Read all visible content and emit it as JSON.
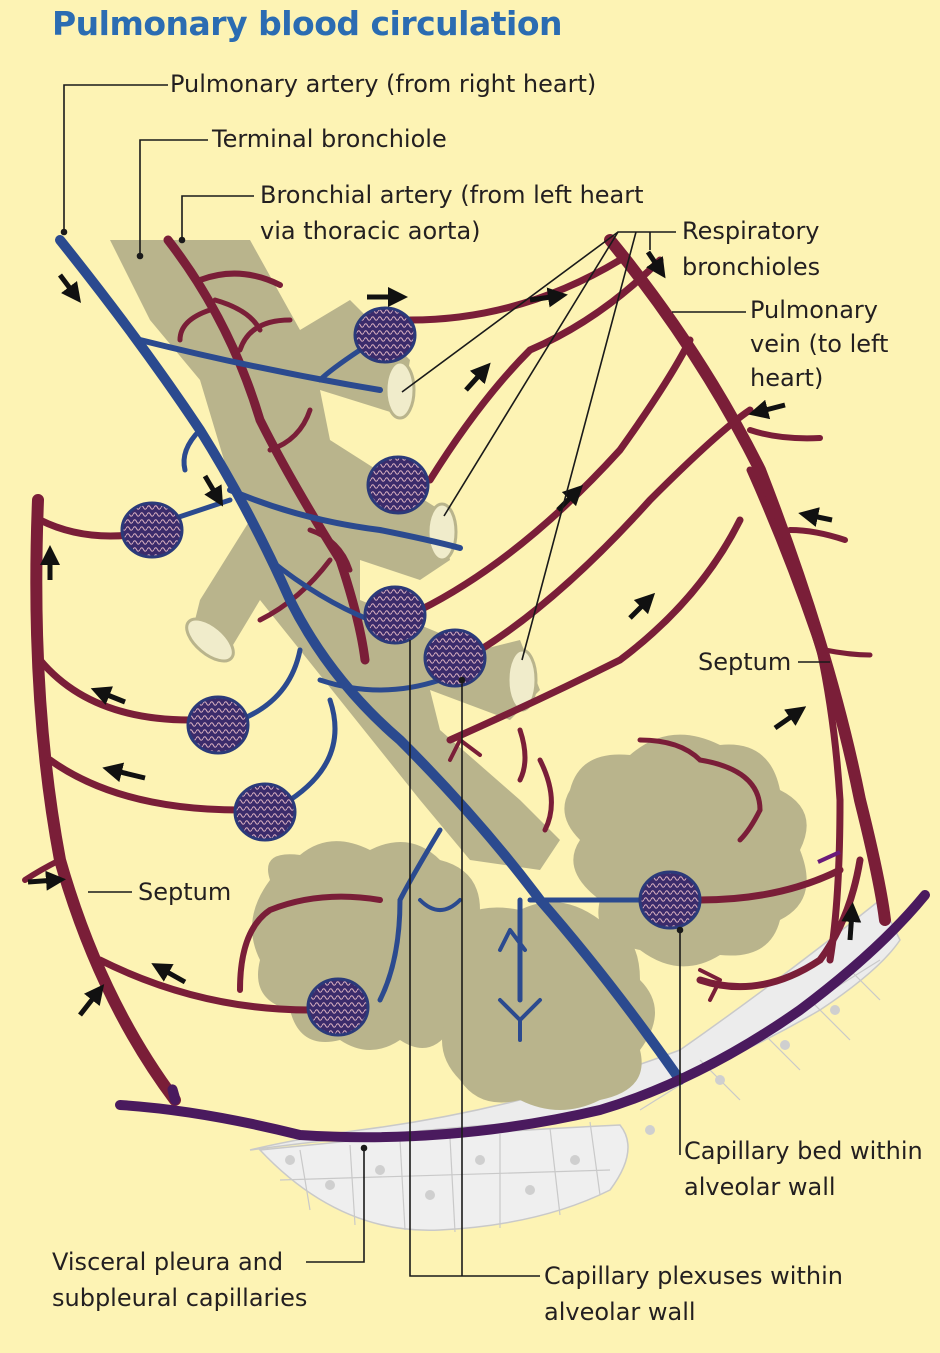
{
  "title": "Pulmonary blood circulation",
  "labels": {
    "pulmonary_artery": "Pulmonary artery (from right heart)",
    "terminal_bronchiole": "Terminal bronchiole",
    "bronchial_artery": [
      "Bronchial artery (from left heart",
      "via thoracic aorta)"
    ],
    "respiratory_bronchioles": [
      "Respiratory",
      "bronchioles"
    ],
    "pulmonary_vein": [
      "Pulmonary",
      "vein (to left",
      "heart)"
    ],
    "septum_right": "Septum",
    "septum_left": "Septum",
    "capillary_bed": [
      "Capillary bed within",
      "alveolar wall"
    ],
    "visceral_pleura": [
      "Visceral pleura and",
      "subpleural capillaries"
    ],
    "capillary_plexuses": [
      "Capillary plexuses within",
      "alveolar wall"
    ]
  },
  "colors": {
    "background": "#fdf3b4",
    "artery_blue": "#2b4a8f",
    "vessel_red": "#7a1e38",
    "pleura_purple": "#4a1a5e",
    "bronchiole_gray": "#b9b48c",
    "title_blue": "#2b6cb2"
  },
  "icons": [
    "flow-arrow-icon"
  ]
}
